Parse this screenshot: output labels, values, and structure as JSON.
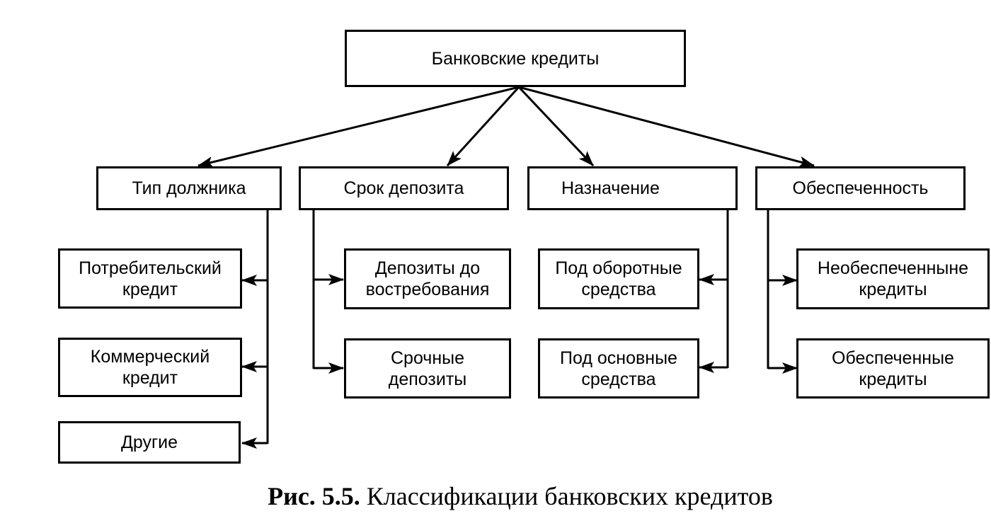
{
  "root": {
    "label": "Банковские кредиты"
  },
  "categories": [
    {
      "label": "Тип должника",
      "children": [
        "Потребительский\nкредит",
        "Коммерческий\nкредит",
        "Другие"
      ]
    },
    {
      "label": "Срок депозита",
      "children": [
        "Депозиты до\nвостребования",
        "Срочные\nдепозиты"
      ]
    },
    {
      "label": "Назначение",
      "children": [
        "Под оборотные\nсредства",
        "Под основные\nсредства"
      ]
    },
    {
      "label": "Обеспеченность",
      "children": [
        "Необеспеченныне\nкредиты",
        "Обеспеченные\nкредиты"
      ]
    }
  ],
  "caption": {
    "prefix": "Рис. 5.5.",
    "text": "Классификации банковских кредитов"
  }
}
